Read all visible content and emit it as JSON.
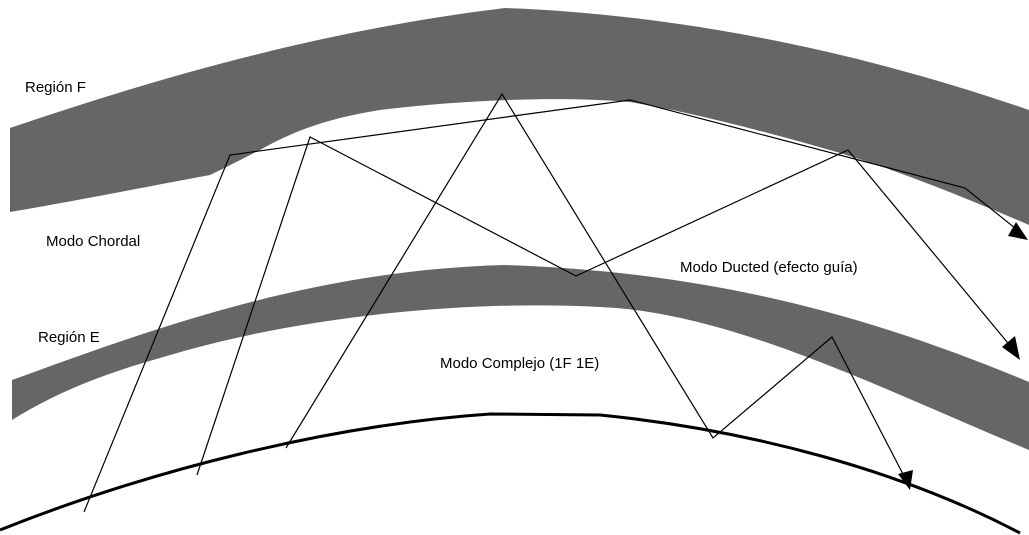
{
  "labels": {
    "region_f": "Región F",
    "modo_chordal": "Modo Chordal",
    "region_e": "Región E",
    "modo_ducted": "Modo Ducted (efecto guía)",
    "modo_complejo": "Modo Complejo (1F 1E)"
  },
  "colors": {
    "layer": "#666666",
    "ray": "#000000",
    "ground": "#000000",
    "background": "#ffffff"
  }
}
